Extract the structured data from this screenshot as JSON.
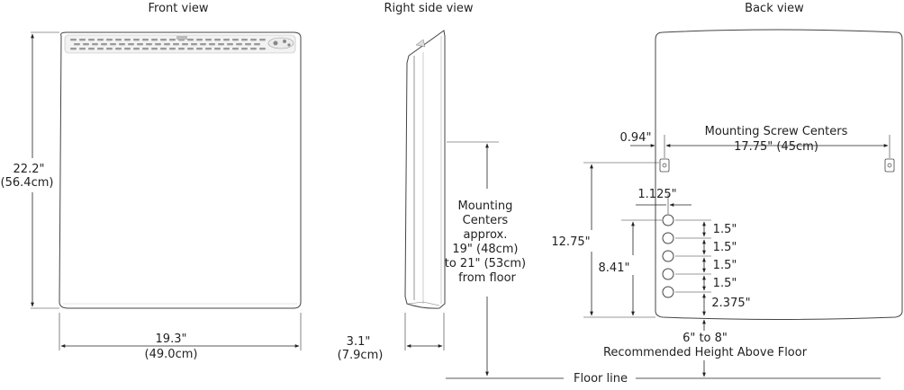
{
  "views": {
    "front": "Front view",
    "side": "Right side view",
    "back": "Back view"
  },
  "front": {
    "height_in": "22.2\"",
    "height_cm": "(56.4cm)",
    "width_in": "19.3\"",
    "width_cm": "(49.0cm)"
  },
  "side": {
    "depth_in": "3.1\"",
    "depth_cm": "(7.9cm)",
    "mount_lines": [
      "Mounting",
      "Centers",
      "approx.",
      "19\" (48cm)",
      "to 21\" (53cm)",
      "from floor"
    ]
  },
  "back": {
    "screw_offset": "0.94\"",
    "screw_centers_label": "Mounting Screw Centers",
    "screw_centers_value": "17.75\" (45cm)",
    "hole_offset": "1.125\"",
    "height_1275": "12.75\"",
    "height_841": "8.41\"",
    "spacings": [
      "1.5\"",
      "1.5\"",
      "1.5\"",
      "1.5\""
    ],
    "bottom_spacing": "2.375\"",
    "rec_height_value": "6\" to 8\"",
    "rec_height_label": "Recommended Height Above Floor"
  },
  "floor_line": "Floor line",
  "colors": {
    "line": "#222222",
    "panel_stroke": "#444444",
    "vent": "#9a9a9a"
  }
}
